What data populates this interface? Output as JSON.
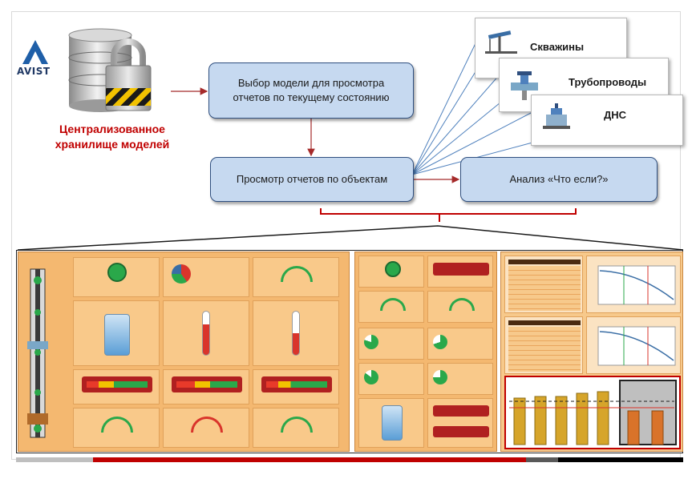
{
  "logo": {
    "text": "AVIST"
  },
  "storage": {
    "label_line1": "Централизованное",
    "label_line2": "хранилище моделей"
  },
  "flow": {
    "select_line1": "Выбор модели для просмотра",
    "select_line2": "отчетов по текущему состоянию",
    "view_reports": "Просмотр отчетов по объектам",
    "what_if": "Анализ «Что если?»"
  },
  "objects": [
    {
      "label": "Скважины",
      "icon": "oil-pump-icon"
    },
    {
      "label": "Трубопроводы",
      "icon": "pipeline-valve-icon"
    },
    {
      "label": "ДНС",
      "icon": "pumping-station-icon"
    }
  ],
  "colors": {
    "accent_red": "#c00000",
    "flow_box_fill": "#c6d9f0",
    "flow_box_border": "#2f4f7f",
    "dashboard_bg": "#f4b870",
    "connector_red": "#a52a2a",
    "connector_blue": "#4f81bd"
  },
  "dashboards": {
    "well_tiles": [
      "gauge",
      "pie-chart",
      "meter",
      "tank",
      "thermometer",
      "thermometer",
      "bar-indicator",
      "bar-indicator",
      "bar-indicator",
      "meter",
      "meter",
      "meter"
    ],
    "pipe_tiles": [
      "gauge",
      "bar-indicator",
      "meter",
      "meter",
      "pie-chart",
      "pie-chart",
      "pie-chart",
      "pie-chart",
      "tank",
      "bar-indicator"
    ],
    "dns_tiles": [
      "table",
      "line-chart",
      "table",
      "line-chart",
      "column-chart"
    ]
  }
}
